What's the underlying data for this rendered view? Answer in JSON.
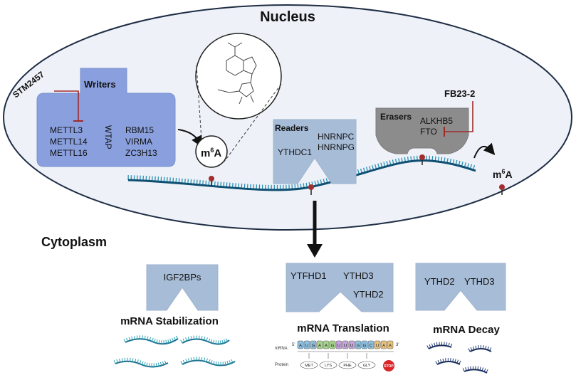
{
  "nucleus": {
    "title": "Nucleus"
  },
  "cytoplasm": {
    "title": "Cytoplasm"
  },
  "writers": {
    "title": "Writers",
    "col1": [
      "METTL3",
      "METTL14",
      "METTL16"
    ],
    "wtap": "WTAP",
    "col2": [
      "RBM15",
      "VIRMA",
      "ZC3H13"
    ]
  },
  "inhibitor_writer": "STM2457",
  "inhibitor_eraser": "FB23-2",
  "m6a_mark": {
    "base": "m",
    "sup": "6",
    "tail": "A"
  },
  "readers": {
    "title": "Readers",
    "left": "YTHDC1",
    "right": [
      "HNRNPC",
      "HNRNPG"
    ]
  },
  "erasers": {
    "title": "Erasers",
    "items": [
      "ALKHB5",
      "FTO"
    ]
  },
  "cyto_readers": {
    "stabilization": {
      "proteins": "IGF2BPs",
      "label": "mRNA Stabilization"
    },
    "translation": {
      "proteins": [
        "YTFHD1",
        "YTHD3",
        "YTHD2"
      ],
      "label": "mRNA Translation"
    },
    "decay": {
      "proteins": [
        "YTHD2",
        "YTHD3"
      ],
      "label": "mRNA Decay"
    }
  },
  "translation_inset": {
    "five_prime": "5'",
    "three_prime": "3'",
    "mrna_label": "mRNA",
    "protein_label": "Protein",
    "codons": [
      "A",
      "U",
      "G",
      "A",
      "A",
      "G",
      "U",
      "U",
      "U",
      "G",
      "G",
      "C",
      "U",
      "A",
      "A"
    ],
    "amino_acids": [
      "MET",
      "LYS",
      "PHE",
      "GLY"
    ],
    "stop": "STOP"
  }
}
